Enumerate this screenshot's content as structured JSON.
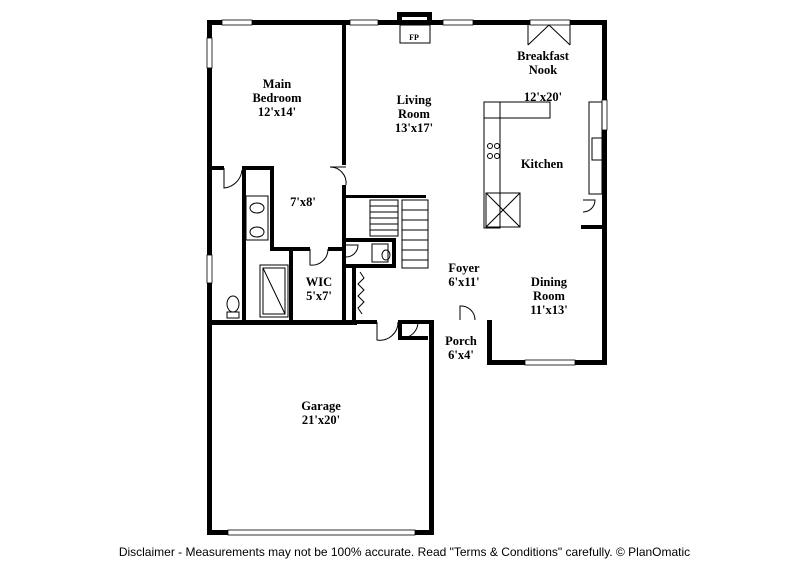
{
  "rooms": {
    "main_bedroom": {
      "name_line1": "Main",
      "name_line2": "Bedroom",
      "size": "12'x14'"
    },
    "living_room": {
      "name_line1": "Living",
      "name_line2": "Room",
      "size": "13'x17'"
    },
    "breakfast_nook": {
      "name_line1": "Breakfast",
      "name_line2": "Nook",
      "size": "12'x20'"
    },
    "kitchen": {
      "name": "Kitchen"
    },
    "bath": {
      "size": "7'x8'"
    },
    "wic": {
      "name": "WIC",
      "size": "5'x7'"
    },
    "foyer": {
      "name": "Foyer",
      "size": "6'x11'"
    },
    "dining_room": {
      "name_line1": "Dining",
      "name_line2": "Room",
      "size": "11'x13'"
    },
    "porch": {
      "name": "Porch",
      "size": "6'x4'"
    },
    "garage": {
      "name": "Garage",
      "size": "21'x20'"
    }
  },
  "fireplace": {
    "label": "FP"
  },
  "disclaimer": "Disclaimer - Measurements may not be 100% accurate. Read \"Terms & Conditions\" carefully. © PlanOmatic"
}
